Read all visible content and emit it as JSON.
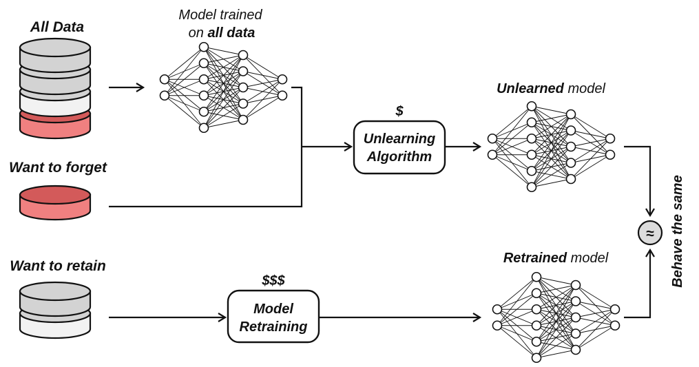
{
  "datasets": {
    "all_data": {
      "label": "All Data"
    },
    "forget": {
      "label": "Want to forget"
    },
    "retain": {
      "label": "Want to retain"
    }
  },
  "models": {
    "trained": {
      "caption_normal": "Model trained",
      "caption_prefix": "on ",
      "caption_bold": "all data"
    },
    "unlearned": {
      "caption_bold": "Unlearned",
      "caption_normal": " model"
    },
    "retrained": {
      "caption_bold": "Retrained",
      "caption_normal": " model"
    }
  },
  "algorithms": {
    "unlearning": {
      "cost": "$",
      "line1": "Unlearning",
      "line2": "Algorithm"
    },
    "retraining": {
      "cost": "$$$",
      "line1": "Model",
      "line2": "Retraining"
    }
  },
  "comparison": {
    "symbol": "≈",
    "label": "Behave the same"
  },
  "network_layers": [
    2,
    6,
    5,
    2
  ],
  "colors": {
    "db_gray": "#d3d3d3",
    "db_white": "#f2f2f2",
    "db_red_fill": "#f08080",
    "db_red_top": "#d35a5a",
    "line": "#111111",
    "approx_fill": "#dcdcdc"
  }
}
